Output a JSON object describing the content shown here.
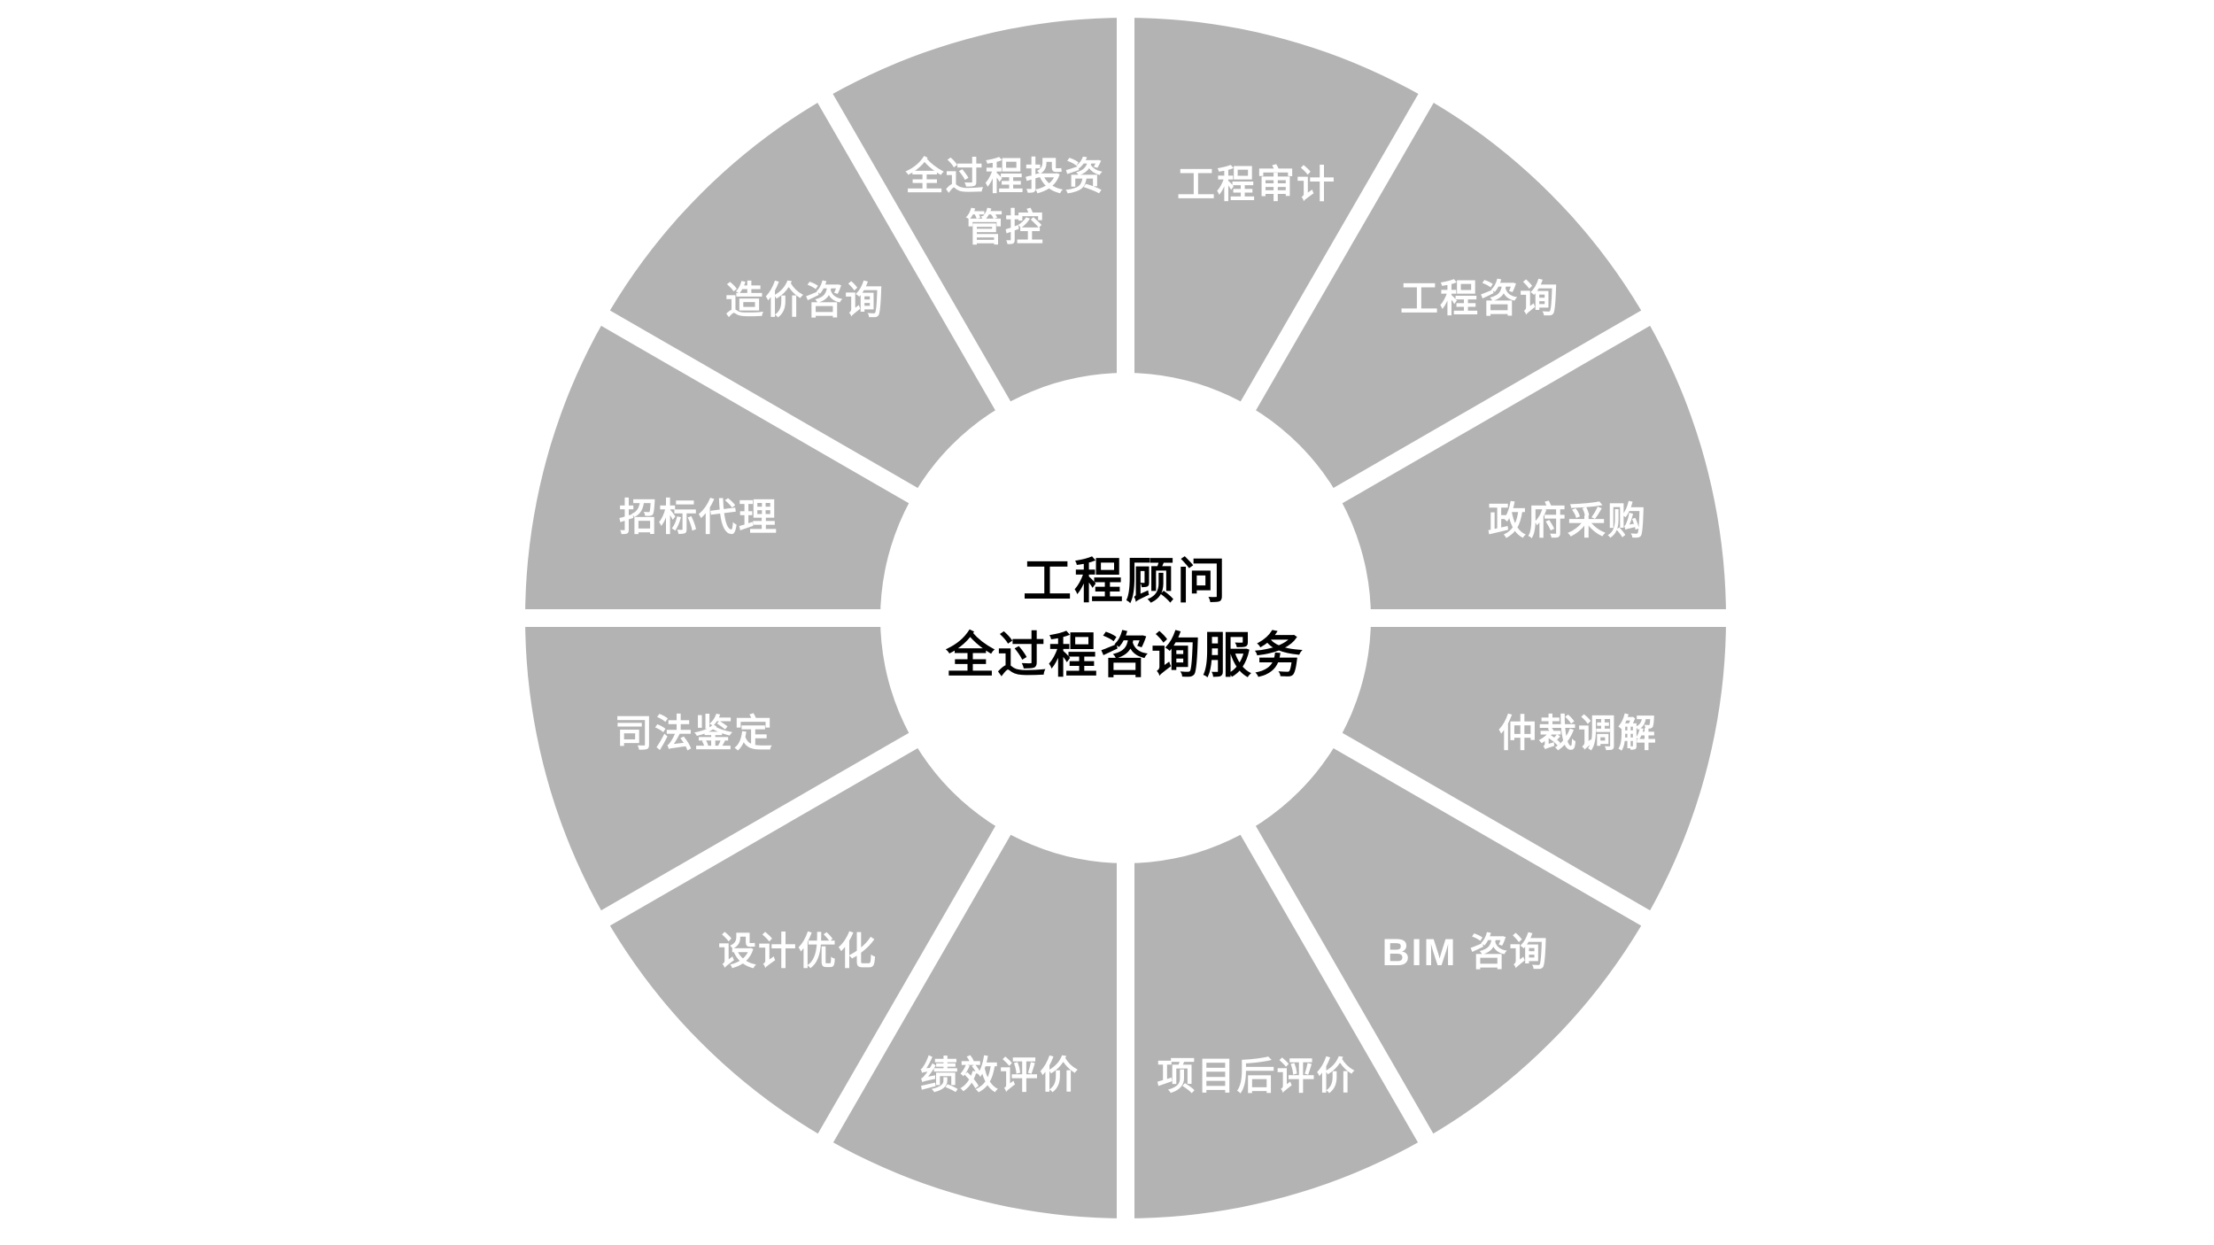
{
  "page": {
    "background_color": "#ffffff"
  },
  "wheel": {
    "type": "segmented-ring-diagram",
    "segment_color": "#b3b3b3",
    "separator_color": "#ffffff",
    "segment_text_color": "#ffffff",
    "center_text_color": "#000000",
    "center": {
      "title_line1": "工程顾问",
      "title_line2": "全过程咨询服务"
    },
    "segments": [
      {
        "label": "工程审计"
      },
      {
        "label": "工程咨询"
      },
      {
        "label": "政府采购"
      },
      {
        "label": "仲裁调解"
      },
      {
        "label": "BIM 咨询"
      },
      {
        "label": "项目后评价"
      },
      {
        "label": "绩效评价"
      },
      {
        "label": "设计优化"
      },
      {
        "label": "司法鉴定"
      },
      {
        "label": "招标代理"
      },
      {
        "label": "造价咨询"
      },
      {
        "label": "全过程投资管控",
        "line1": "全过程投资",
        "line2": "管控"
      }
    ]
  }
}
